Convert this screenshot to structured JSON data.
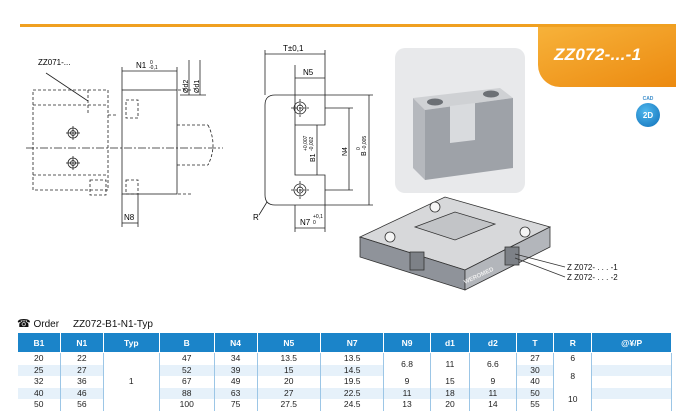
{
  "header": {
    "title": "ZZ072-...-1",
    "badge_top": "CAD",
    "badge_label": "2D"
  },
  "drawing_left": {
    "ref_label": "ZZ071-...",
    "dim_n1": "N1",
    "dim_n1_tol_upper": "0",
    "dim_n1_tol_lower": "-0,1",
    "dim_d2": "Ød2",
    "dim_d1": "Ød1",
    "dim_n8": "N8"
  },
  "drawing_middle": {
    "dim_t": "T±0,1",
    "dim_n5": "N5",
    "dim_n4": "N4",
    "dim_b": "B",
    "dim_b_tol_upper": "0",
    "dim_b_tol_lower": "-0,005",
    "dim_b1": "B1",
    "dim_b1_tol_upper": "+0,007",
    "dim_b1_tol_lower": "-0,002",
    "dim_n7": "N7",
    "dim_n7_tol_upper": "+0,1",
    "dim_n7_tol_lower": "0",
    "dim_r": "R"
  },
  "assembly": {
    "label_1": "Z Z072- . . . -1",
    "label_2": "Z Z072- . . . -2",
    "brand": "WEROMED"
  },
  "order": {
    "label": "Order",
    "code": "ZZ072-B1-N1-Typ"
  },
  "table": {
    "headers": [
      "B1",
      "N1",
      "Typ",
      "B",
      "N4",
      "N5",
      "N7",
      "N9",
      "d1",
      "d2",
      "T",
      "R",
      "@¥/P"
    ],
    "rows": [
      {
        "b1": "20",
        "n1": "22",
        "b": "47",
        "n4": "34",
        "n5": "13.5",
        "n7": "13.5",
        "t": "27"
      },
      {
        "b1": "25",
        "n1": "27",
        "b": "52",
        "n4": "39",
        "n5": "15",
        "n7": "14.5",
        "t": "30"
      },
      {
        "b1": "32",
        "n1": "36",
        "b": "67",
        "n4": "49",
        "n5": "20",
        "n7": "19.5",
        "t": "40"
      },
      {
        "b1": "40",
        "n1": "46",
        "b": "88",
        "n4": "63",
        "n5": "27",
        "n7": "22.5",
        "t": "50"
      },
      {
        "b1": "50",
        "n1": "56",
        "b": "100",
        "n4": "75",
        "n5": "27.5",
        "n7": "24.5",
        "t": "55"
      }
    ],
    "typ": "1",
    "n9": [
      "6.8",
      "9",
      "11",
      "13"
    ],
    "d1": [
      "11",
      "15",
      "18",
      "20"
    ],
    "d2": [
      "6.6",
      "9",
      "11",
      "14"
    ],
    "r": [
      "6",
      "8",
      "10"
    ]
  }
}
